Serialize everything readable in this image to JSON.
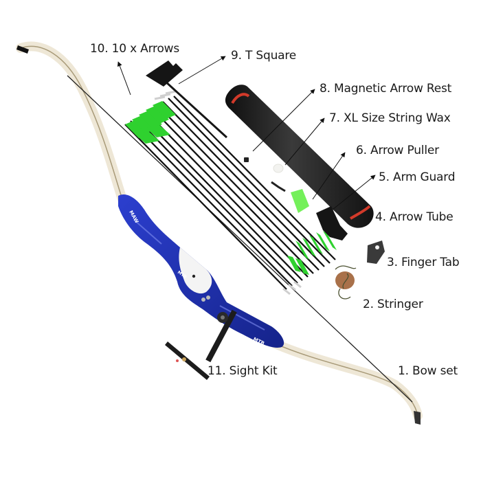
{
  "diagram": {
    "subject": "Recurve bow archery kit",
    "background_color": "#ffffff",
    "colors": {
      "riser": "#1f2fa8",
      "riser_highlight": "#3b4fd6",
      "fletching": "#2fd12f",
      "arrow_shaft": "#111111",
      "tube": "#1e1e1e",
      "tube_ring": "#d23a2a",
      "label_text": "#1a1a1a",
      "limb": "#f4efe4"
    },
    "labels": [
      {
        "id": "bow-set",
        "text": "1. Bow set"
      },
      {
        "id": "stringer",
        "text": "2. Stringer"
      },
      {
        "id": "finger-tab",
        "text": "3. Finger Tab"
      },
      {
        "id": "arrow-tube",
        "text": "4. Arrow Tube"
      },
      {
        "id": "arm-guard",
        "text": "5. Arm Guard"
      },
      {
        "id": "arrow-puller",
        "text": "6. Arrow Puller"
      },
      {
        "id": "string-wax",
        "text": "7. XL Size String Wax"
      },
      {
        "id": "arrow-rest",
        "text": "8. Magnetic Arrow Rest"
      },
      {
        "id": "t-square",
        "text": "9. T Square"
      },
      {
        "id": "arrows",
        "text": "10. 10 x Arrows"
      },
      {
        "id": "sight-kit",
        "text": "11. Sight Kit"
      }
    ],
    "riser_text": "MTB"
  }
}
